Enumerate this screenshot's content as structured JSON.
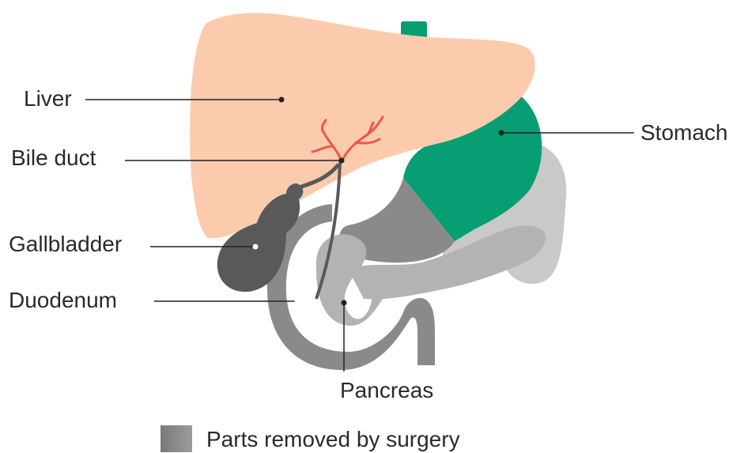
{
  "labels": {
    "liver": "Liver",
    "bile_duct": "Bile duct",
    "gallbladder": "Gallbladder",
    "duodenum": "Duodenum",
    "stomach": "Stomach",
    "pancreas": "Pancreas"
  },
  "legend": {
    "text": "Parts removed by surgery"
  },
  "colors": {
    "liver": "#fccbad",
    "stomach": "#069e72",
    "removed_dark": "#595959",
    "removed_mid": "#8a8a8a",
    "removed_light": "#b3b3b3",
    "remaining_light": "#c9c9c9",
    "bile_duct": "#f2544c"
  }
}
